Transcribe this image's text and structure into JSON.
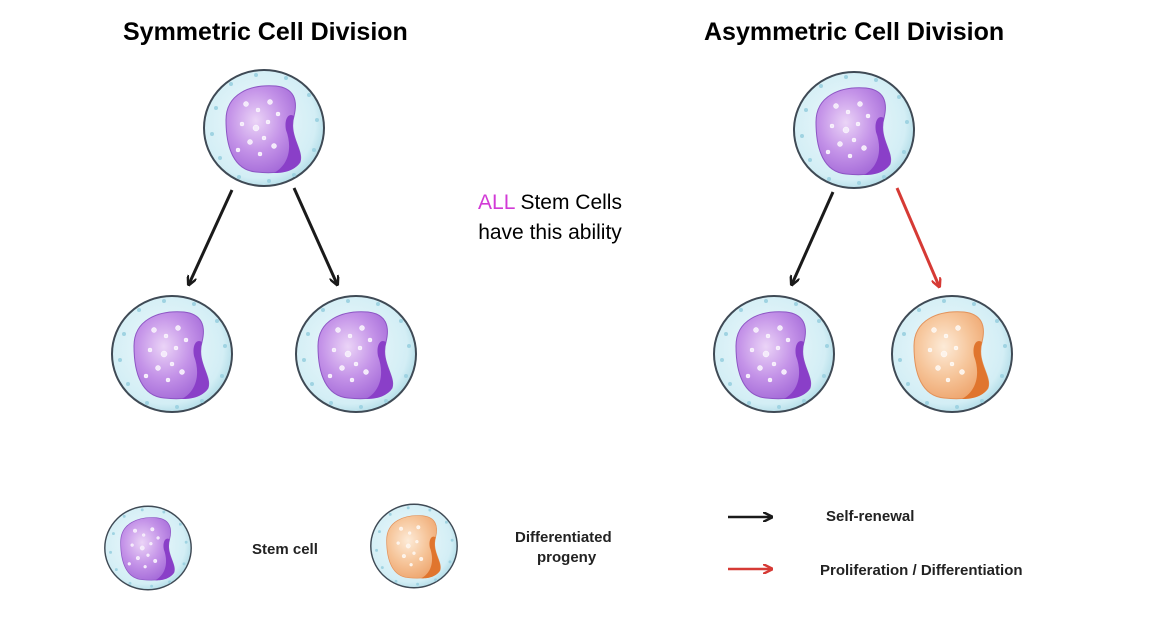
{
  "titles": {
    "symmetric": "Symmetric Cell Division",
    "asymmetric": "Asymmetric Cell Division"
  },
  "note": {
    "highlight": "ALL",
    "line1_rest": " Stem Cells",
    "line2": "have this ability"
  },
  "legend": {
    "stem_cell": "Stem cell",
    "differentiated_line1": "Differentiated",
    "differentiated_line2": "progeny",
    "self_renewal": "Self-renewal",
    "proliferation": "Proliferation / Differentiation"
  },
  "colors": {
    "stem_nucleus": "#b57be0",
    "diff_nucleus": "#f2b98c",
    "membrane": "#bfe6ef",
    "self_renewal_arrow": "#1a1a1a",
    "differentiation_arrow": "#d63a35",
    "highlight_text": "#d23ad6"
  }
}
